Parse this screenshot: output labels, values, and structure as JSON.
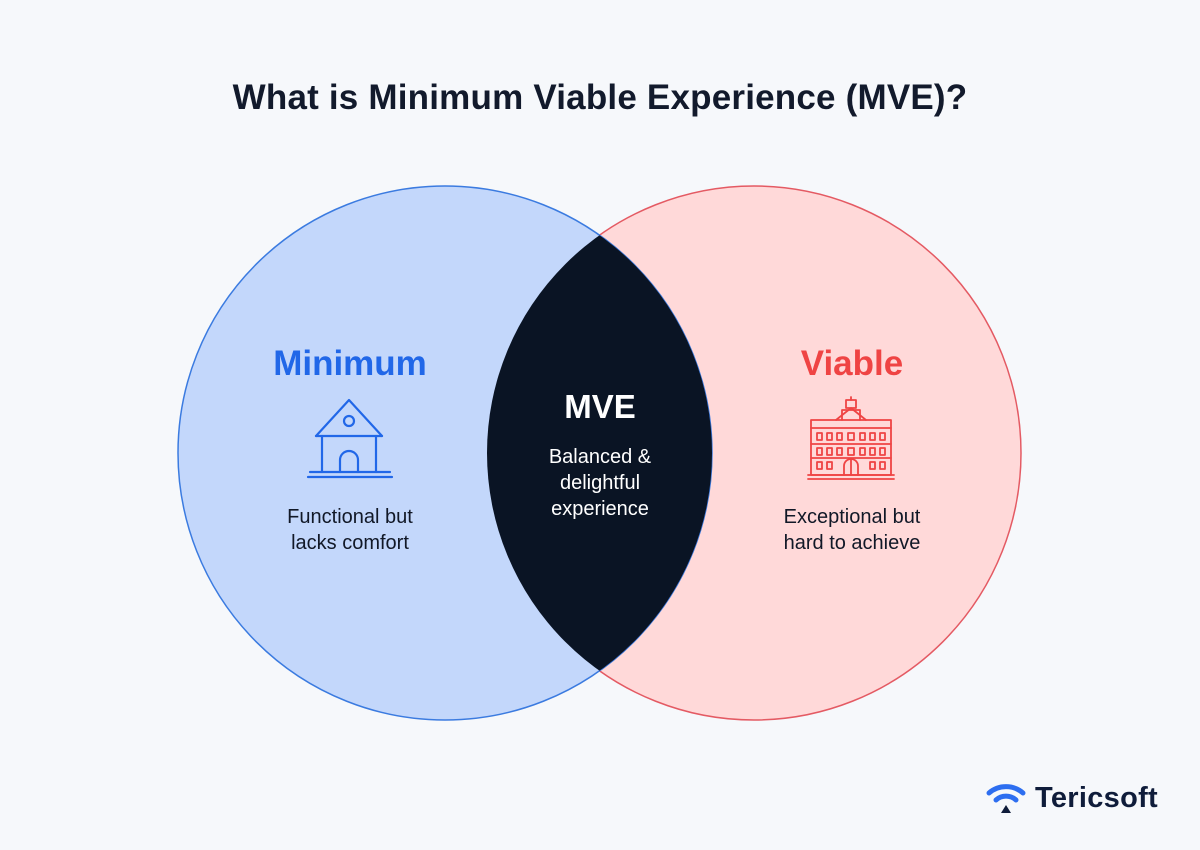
{
  "title": "What is Minimum Viable Experience (MVE)?",
  "colors": {
    "background": "#f6f8fb",
    "minimum_fill": "#c3d7fb",
    "minimum_stroke": "#3b7be0",
    "minimum_text": "#2167e8",
    "viable_fill": "#ffd9d9",
    "viable_stroke": "#e45a63",
    "viable_text": "#ef4444",
    "intersection_fill": "#0a1424"
  },
  "venn": {
    "left": {
      "heading": "Minimum",
      "icon": "house-icon",
      "description_line1": "Functional but",
      "description_line2": "lacks comfort"
    },
    "right": {
      "heading": "Viable",
      "icon": "building-icon",
      "description_line1": "Exceptional but",
      "description_line2": "hard to achieve"
    },
    "intersection": {
      "heading": "MVE",
      "description_line1": "Balanced &",
      "description_line2": "delightful",
      "description_line3": "experience"
    }
  },
  "brand": {
    "name": "Tericsoft",
    "icon": "wifi-logo-icon"
  }
}
